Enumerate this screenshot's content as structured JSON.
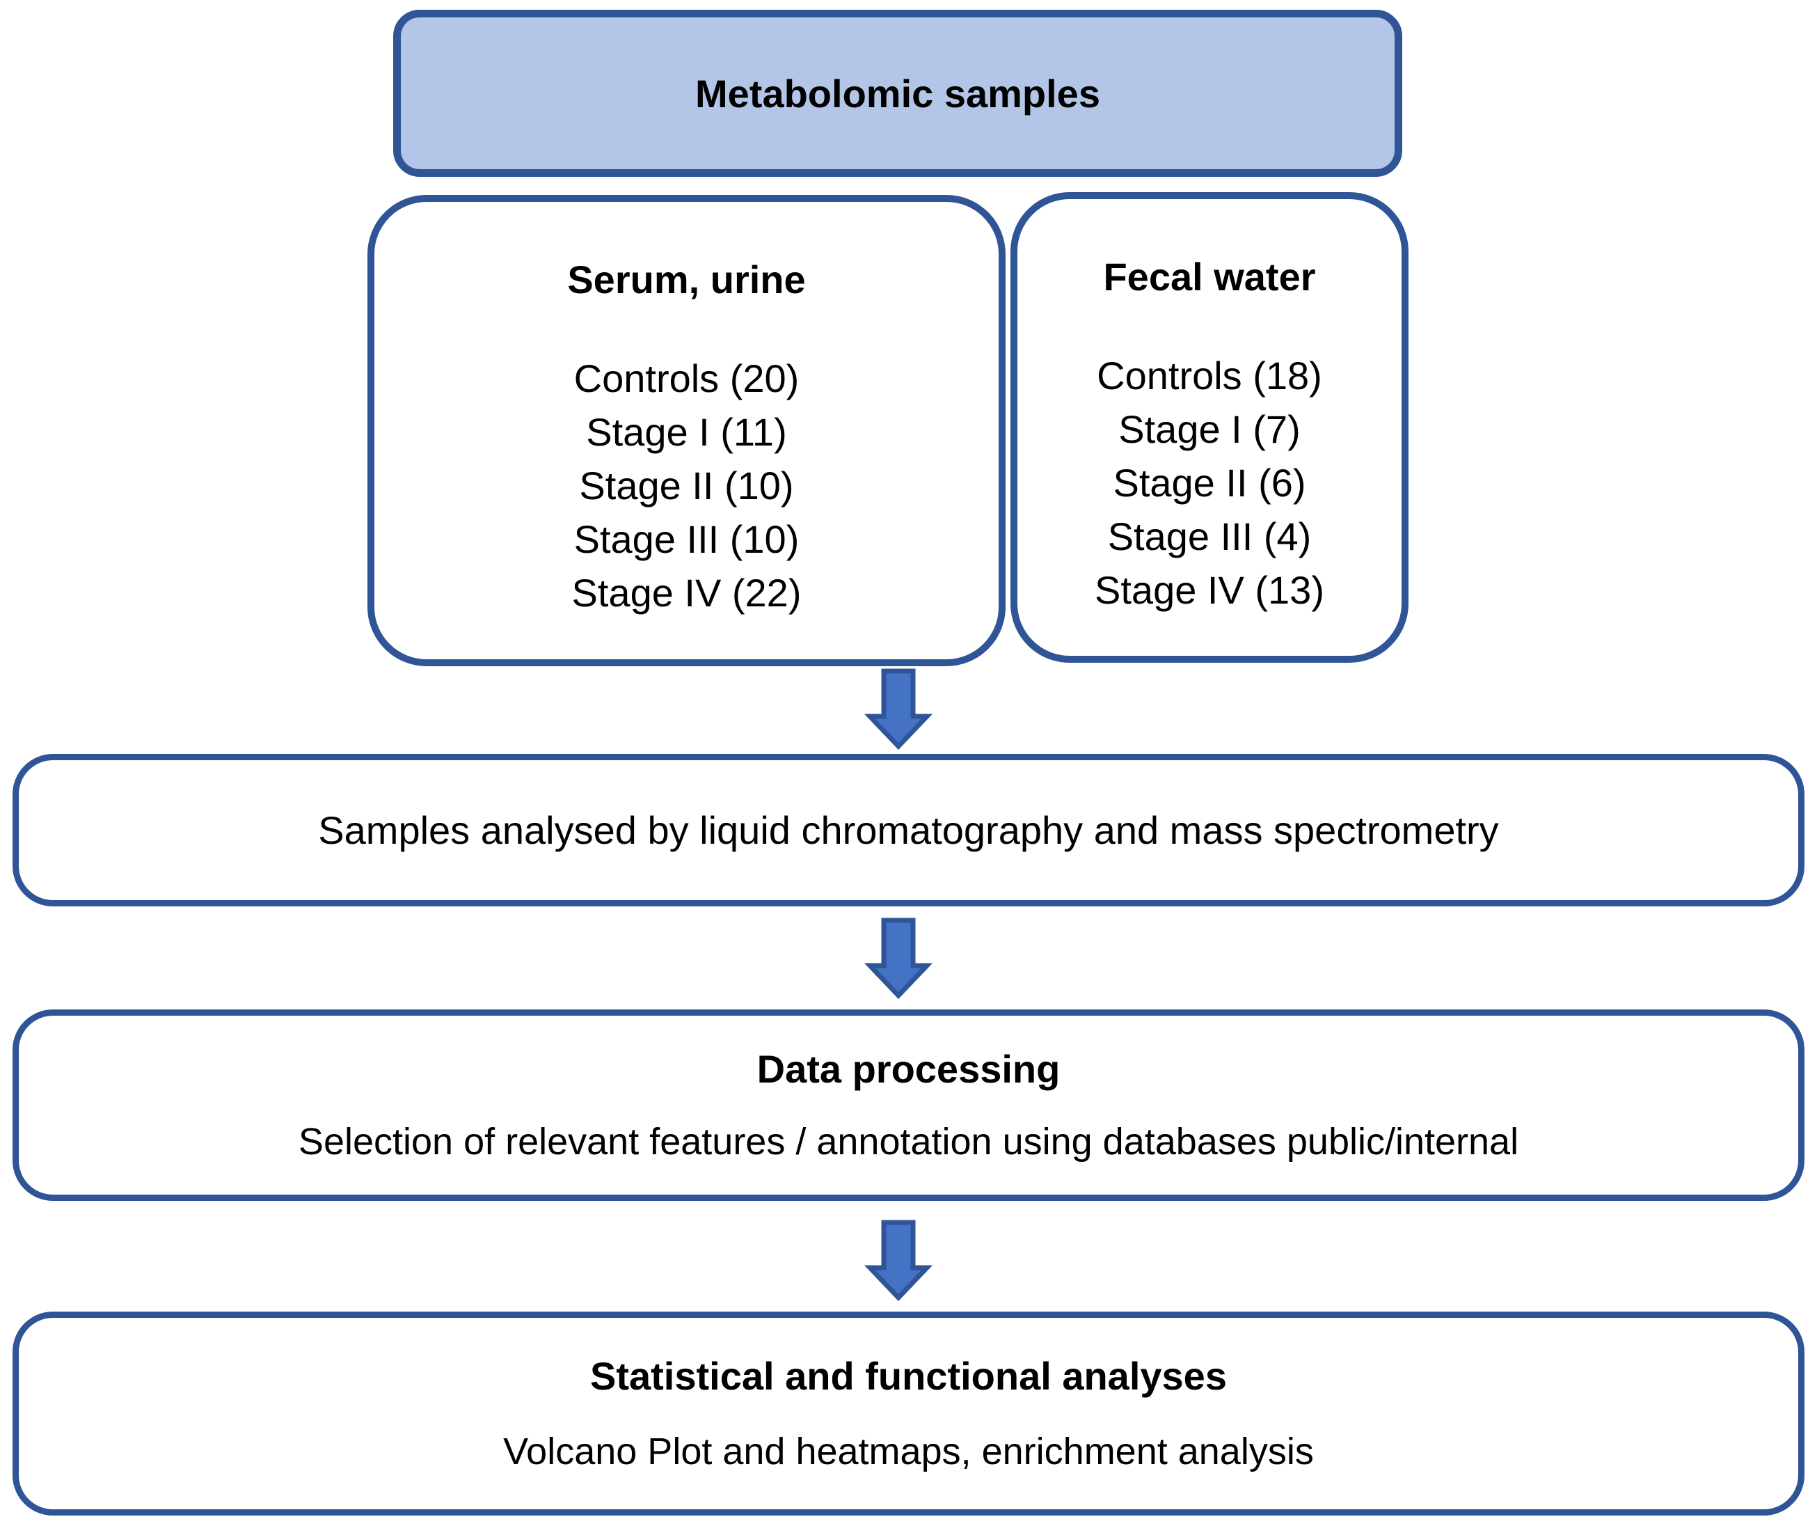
{
  "diagram": {
    "title": "Metabolomic samples",
    "groups": [
      {
        "title": "Serum, urine",
        "items": [
          "Controls (20)",
          "Stage I (11)",
          "Stage II (10)",
          "Stage III (10)",
          "Stage IV (22)"
        ]
      },
      {
        "title": "Fecal water",
        "items": [
          "Controls (18)",
          "Stage I (7)",
          "Stage II (6)",
          "Stage III (4)",
          "Stage IV (13)"
        ]
      }
    ],
    "steps": [
      {
        "heading": "",
        "body": "Samples analysed by liquid chromatography and mass spectrometry"
      },
      {
        "heading": "Data processing",
        "body": "Selection of relevant features / annotation using databases public/internal"
      },
      {
        "heading": "Statistical and functional analyses",
        "body": "Volcano Plot and heatmaps, enrichment analysis"
      }
    ]
  },
  "colors": {
    "border_blue": "#2F5597",
    "fill_light_blue": "#B4C6E7",
    "arrow_fill": "#4472C4",
    "text_color": "#000000",
    "page_bg": "#FFFFFF"
  }
}
